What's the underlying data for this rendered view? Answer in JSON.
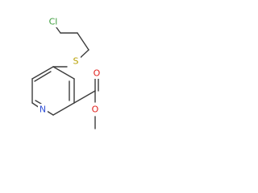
{
  "molecule": {
    "atoms": {
      "cl": {
        "label": "Cl",
        "color": "#3a9c3a"
      },
      "s": {
        "label": "S",
        "color": "#b8a000"
      },
      "n": {
        "label": "N",
        "color": "#2f4fd6"
      },
      "o_carbonyl": {
        "label": "O",
        "color": "#e0201c"
      },
      "o_ester": {
        "label": "O",
        "color": "#e0201c"
      }
    },
    "bond_color": "#3c3c3c"
  }
}
